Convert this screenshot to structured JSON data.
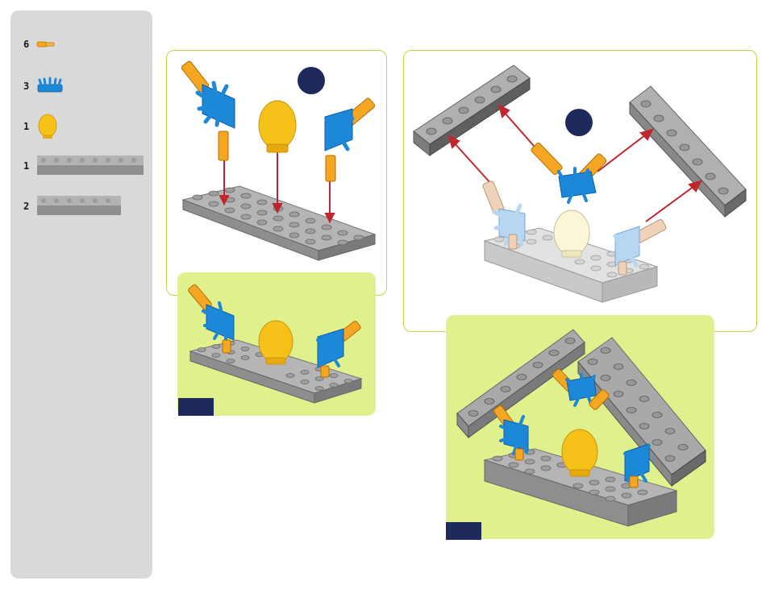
{
  "parts_list": {
    "items": [
      {
        "qty": "6",
        "part": "orange-connector"
      },
      {
        "qty": "3",
        "part": "blue-hub"
      },
      {
        "qty": "1",
        "part": "yellow-egg"
      },
      {
        "qty": "1",
        "part": "long-gray-brick"
      },
      {
        "qty": "2",
        "part": "gray-brick"
      }
    ]
  },
  "colors": {
    "panel_border": "#bfd64a",
    "result_bg": "#dff08d",
    "badge": "#1d2a5b",
    "arrow": "#c0262c",
    "brick": "#a6a6a6",
    "blue_part": "#1e88d8",
    "orange_part": "#f5a623",
    "egg": "#f6c21a"
  }
}
